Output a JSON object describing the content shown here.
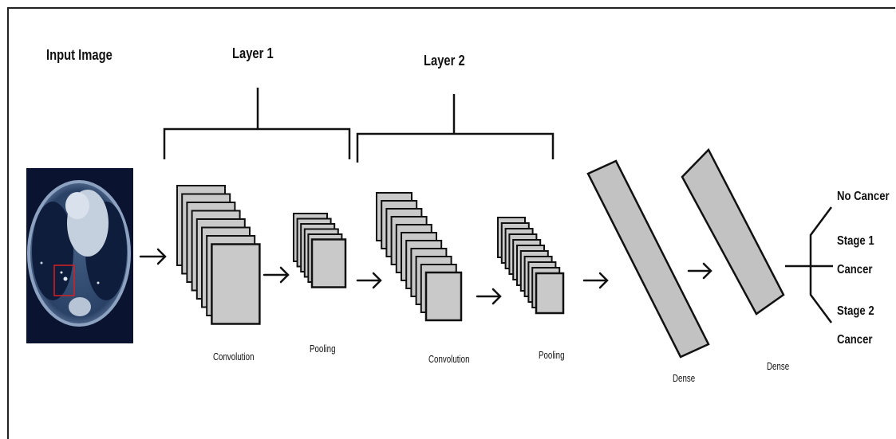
{
  "input_label": "Input Image",
  "layer1_label": "Layer 1",
  "layer2_label": "Layer 2",
  "stages": {
    "conv1": "Convolution",
    "pool1": "Pooling",
    "conv2": "Convolution",
    "pool2": "Pooling",
    "dense1": "Dense",
    "dense2": "Dense"
  },
  "outputs": {
    "no_cancer": "No Cancer",
    "stage1_line1": "Stage 1",
    "stage1_line2": "Cancer",
    "stage2_line1": "Stage 2",
    "stage2_line2": "Cancer"
  },
  "colors": {
    "map_fill": "#c9c9c9",
    "dense_fill": "#c2c2c2",
    "scan_bg": "#0c1a3a",
    "highlight": "#d62020"
  }
}
